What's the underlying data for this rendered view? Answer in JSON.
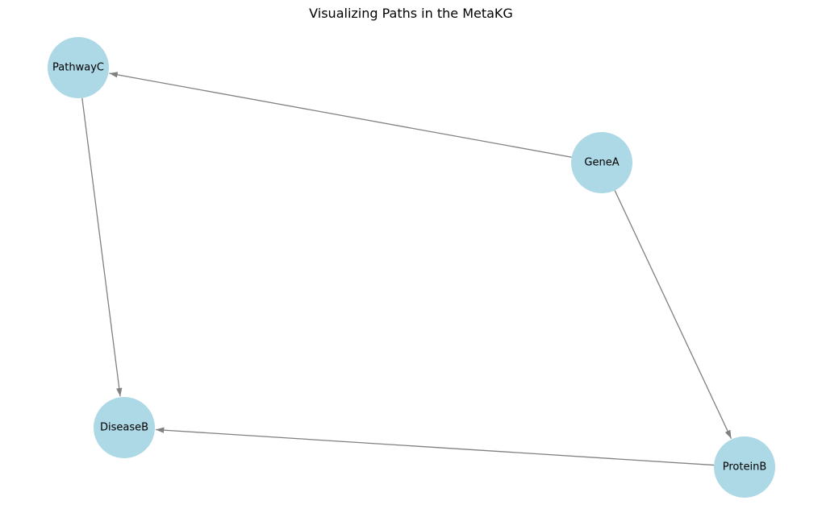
{
  "title": "Visualizing Paths in the MetaKG",
  "colors": {
    "node_fill": "#add8e6",
    "edge_stroke": "#808080",
    "label": "#000000"
  },
  "nodes": [
    {
      "id": "PathwayC",
      "label": "PathwayC"
    },
    {
      "id": "GeneA",
      "label": "GeneA"
    },
    {
      "id": "DiseaseB",
      "label": "DiseaseB"
    },
    {
      "id": "ProteinB",
      "label": "ProteinB"
    }
  ],
  "edges": [
    {
      "source": "GeneA",
      "target": "PathwayC"
    },
    {
      "source": "GeneA",
      "target": "ProteinB"
    },
    {
      "source": "PathwayC",
      "target": "DiseaseB"
    },
    {
      "source": "ProteinB",
      "target": "DiseaseB"
    }
  ]
}
